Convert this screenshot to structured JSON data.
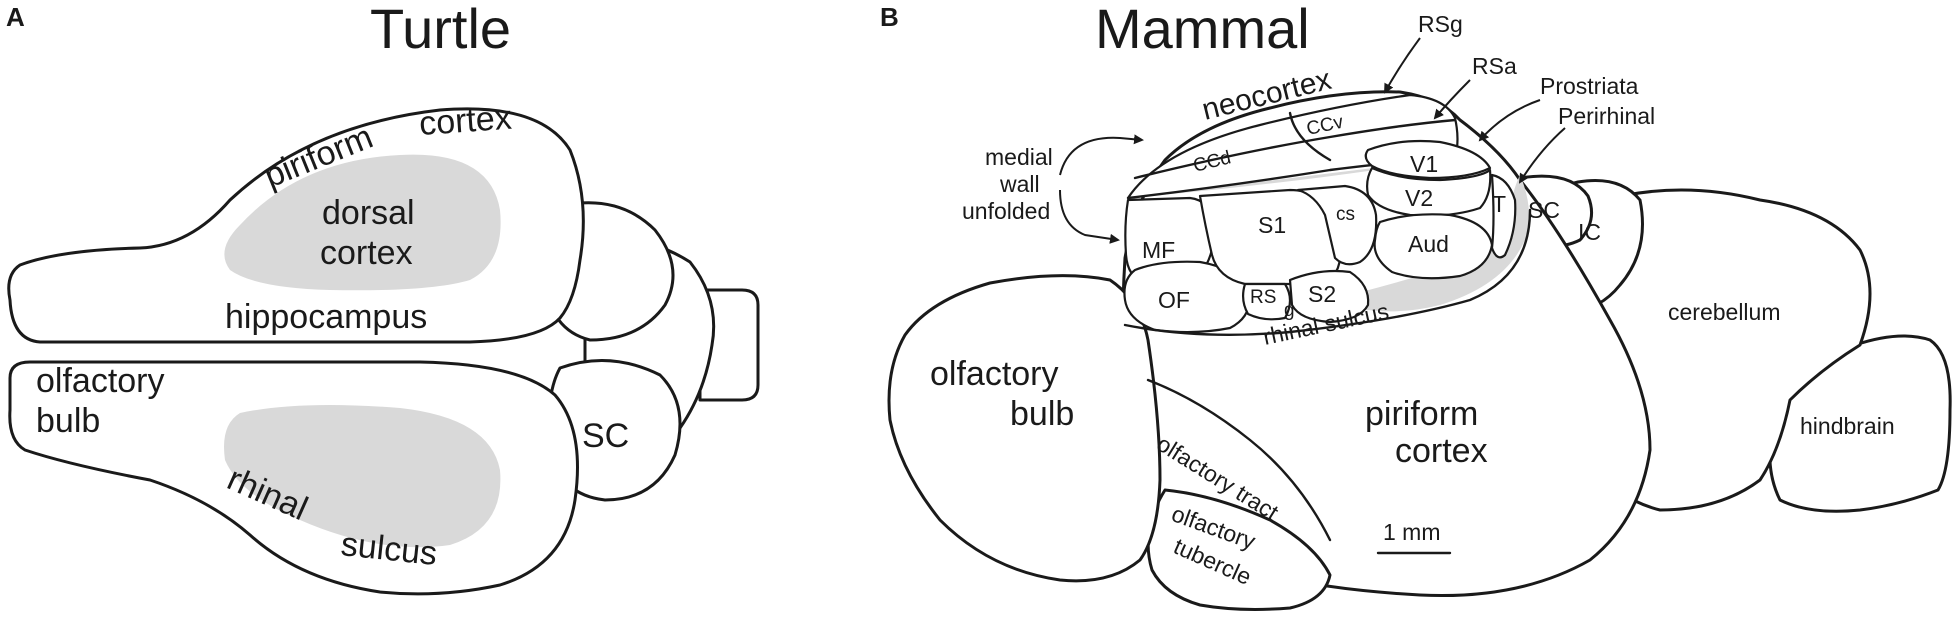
{
  "colors": {
    "shade": "#d9d9d9",
    "ink": "#1a1a1a",
    "background": "#ffffff"
  },
  "panel_a": {
    "letter": "A",
    "title": "Turtle",
    "labels": {
      "piriform": "piriform",
      "cortex_top": "cortex",
      "dorsal": "dorsal",
      "cortex_dorsal": "cortex",
      "hippocampus": "hippocampus",
      "olfactory": "olfactory",
      "bulb": "bulb",
      "sc": "SC",
      "rhinal": "rhinal",
      "sulcus": "sulcus"
    }
  },
  "panel_b": {
    "letter": "B",
    "title": "Mammal",
    "labels": {
      "rsg": "RSg",
      "rsa": "RSa",
      "prostriata": "Prostriata",
      "perirhinal": "Perirhinal",
      "neocortex": "neocortex",
      "ccv": "CCv",
      "ccd": "CCd",
      "medial": "medial",
      "wall": "wall",
      "unfolded": "unfolded",
      "v1": "V1",
      "v2": "V2",
      "t": "T",
      "aud": "Aud",
      "s1": "S1",
      "cs": "cs",
      "mf": "MF",
      "of": "OF",
      "rs": "RS",
      "g": "g",
      "s2": "S2",
      "sc": "SC",
      "ic": "IC",
      "rhinal_sulcus": "rhinal sulcus",
      "cerebellum": "cerebellum",
      "hindbrain": "hindbrain",
      "olfactory": "olfactory",
      "bulb": "bulb",
      "piriform": "piriform",
      "cortex": "cortex",
      "olfactory_tract": "olfactory tract",
      "tubercle_line1": "olfactory",
      "tubercle_line2": "tubercle",
      "scale": "1 mm"
    }
  }
}
